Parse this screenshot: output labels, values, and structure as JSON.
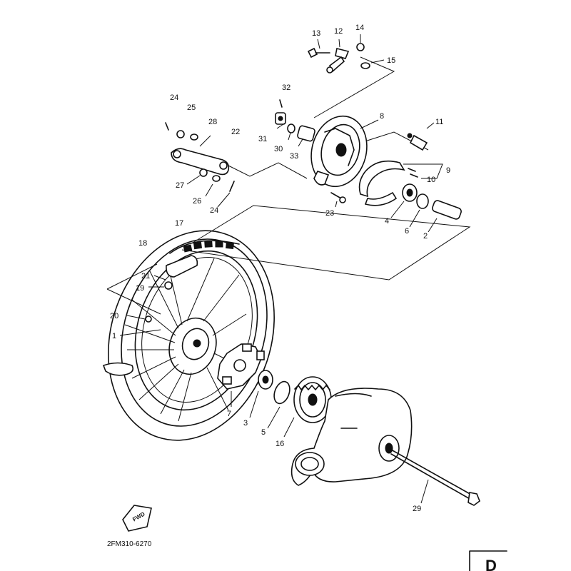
{
  "diagram": {
    "drawing_code": "2FM310-6270",
    "page_tag": "D",
    "fwd_label": "FWD",
    "callouts": {
      "p1": "1",
      "p2": "2",
      "p3": "3",
      "p4": "4",
      "p5": "5",
      "p6": "6",
      "p7": "7",
      "p8": "8",
      "p9": "9",
      "p10": "10",
      "p11": "11",
      "p12": "12",
      "p13": "13",
      "p14": "14",
      "p15": "15",
      "p16": "16",
      "p17": "17",
      "p18": "18",
      "p19": "19",
      "p20": "20",
      "p21": "21",
      "p22": "22",
      "p23": "23",
      "p24a": "24",
      "p24b": "24",
      "p25": "25",
      "p26": "26",
      "p27": "27",
      "p28": "28",
      "p29": "29",
      "p30": "30",
      "p31": "31",
      "p32": "32",
      "p33": "33"
    }
  }
}
